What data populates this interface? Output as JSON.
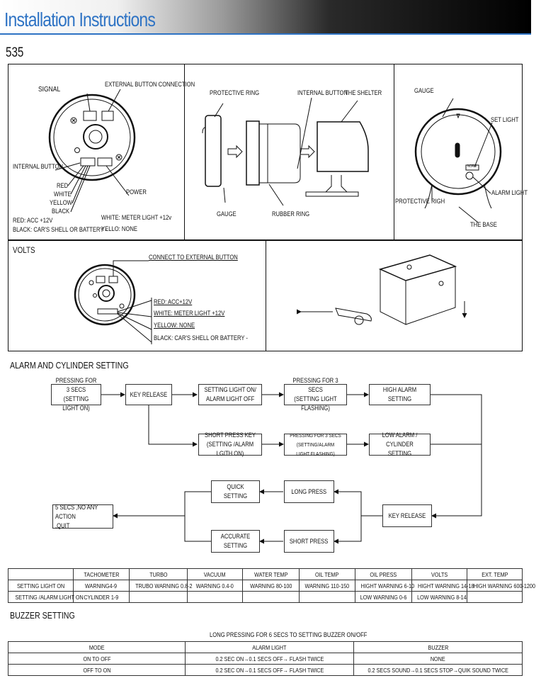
{
  "header": {
    "title": "Installation Instructions"
  },
  "model": "535",
  "panel1": {
    "signal": "SIGNAL",
    "external_button": "EXTERNAL BUTTON CONNECTION",
    "internal_button": "INTERNAL BUTTON",
    "red": "RED",
    "white": "WHITE",
    "yellow": "YELLOW",
    "black": "BLACK",
    "power": "POWER",
    "legend_red": "RED:   ACC +12V",
    "legend_black": "BLACK: CAR'S SHELL OR BATTERY -",
    "legend_white": "WHITE:  METER LIGHT  +12v",
    "legend_yellow": "YELLO:  NONE"
  },
  "panel2": {
    "protective_ring": "PROTECTIVE RING",
    "internal_button": "INTERNAL BUTTON",
    "the_shelter": "THE SHELTER",
    "gauge": "GAUGE",
    "rubber_ring": "RUBBER RING"
  },
  "panel3": {
    "gauge": "GAUGE",
    "set_light": "SET LIGHT",
    "protective_righ": "PROTECTIVE RIGH",
    "alarm_light": "ALARM LIGHT",
    "the_base": "THE BASE",
    "gauge_plate": "NORM"
  },
  "panel4": {
    "volts": "VOLTS",
    "connect_external": "CONNECT TO EXTERNAL BUTTON",
    "red": "RED: ACC+12V",
    "white": "WHITE: METER  LIGHT  +12V",
    "yellow": "YELLOW: NONE",
    "black": "BLACK: CAR'S SHELL OR BATTERY -"
  },
  "alarm_section": {
    "title": "ALARM AND CYLINDER SETTING",
    "boxes": {
      "press3": "PRESSING FOR 3 SECS\n(SETTING LIGHT ON)",
      "key_release_1": "KEY RELEASE",
      "setting_light_on": "SETTING LIGHT ON/\nALARM LIGHT OFF",
      "press3_flash": "PRESSING FOR 3 SECS\n(SETTING LIGHT FLASHING)",
      "high_alarm": "HIGH ALARM SETTING",
      "short_press_key": "SHORT PRESS KEY\n(SETTING /ALARM LGITH ON)",
      "press3_alarm_flash": "PRESSING FOR 3 SECS\n(SETTING/ALARM LIGHT FLASHING)",
      "low_alarm": "LOW ALARM /\nCYLINDER SETTING",
      "quick_setting": "QUICK SETTING",
      "long_press": "LONG PRESS",
      "five_secs": "5 SECS ,NO ANY ACTION\n,QUIT",
      "key_release_2": "KEY RELEASE",
      "accurate_setting": "ACCURATE SETTING",
      "short_press": "SHORT PRESS"
    }
  },
  "settings_table": {
    "headers": [
      "",
      "TACHOMETER",
      "TURBO",
      "VACUUM",
      "WATER TEMP",
      "OIL TEMP",
      "OIL PRESS",
      "VOLTS",
      "EXT. TEMP"
    ],
    "rows": [
      [
        "SETTING LIGHT ON",
        "WARNING4-9",
        "TRUBO WARNING 0.8-2",
        "WARNING 0.4-0",
        "WARNING 80-100",
        "WARNING 110-150",
        "HIGHT WARNING 6-10",
        "HIGHT WARNING 14-18",
        "HIGH WARNING 600-1200"
      ],
      [
        "SETTING /ALARM LIGHT ON",
        "CYLINDER 1-9",
        "",
        "",
        "",
        "",
        "LOW WARNING 0-6",
        "LOW WARNING 8-14",
        ""
      ]
    ]
  },
  "buzzer": {
    "title": "BUZZER SETTING",
    "subtitle": "LONG PRESSING FOR 6 SECS TO SETTING BUZZER ON/OFF",
    "headers": [
      "MODE",
      "ALARM LIGHT",
      "BUZZER"
    ],
    "rows": [
      [
        "ON TO OFF",
        "0.2 SEC ON→0.1 SECS  OFF→ FLASH TWICE",
        "NONE"
      ],
      [
        "OFF TO ON",
        "0.2 SEC ON→0.1 SECS  OFF→ FLASH TWICE",
        "0.2 SECS SOUND→0.1 SECS STOP→QUIK SOUND TWICE"
      ]
    ]
  }
}
